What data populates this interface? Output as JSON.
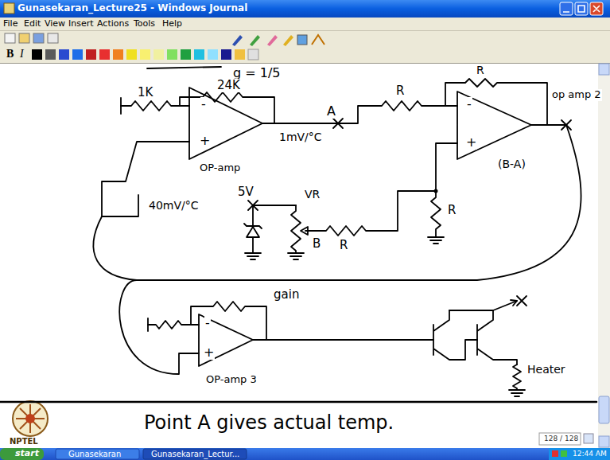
{
  "diagram": {
    "title": "Gunasekaran_Lecture25 - Windows Journal",
    "labels": [
      "File",
      "Edit",
      "View",
      "Insert",
      "Actions",
      "Tools",
      "Help",
      "B",
      "I",
      "g = 1/5",
      "1K",
      "24K",
      "-",
      "+",
      "OP-amp",
      "A",
      "1mV/°C",
      "R",
      "R",
      "-",
      "+",
      "op amp 2",
      "(B-A)",
      "40mV/°C",
      "5V",
      "VR",
      "B",
      "R",
      "R",
      "gain",
      "-",
      "+",
      "OP-amp 3",
      "Heater",
      "Point A gives actual temp.",
      "128 / 128",
      "NPTEL",
      "start",
      "Gunasekaran",
      "Gunasekaran_Lectur...",
      "12:44 AM"
    ]
  }
}
